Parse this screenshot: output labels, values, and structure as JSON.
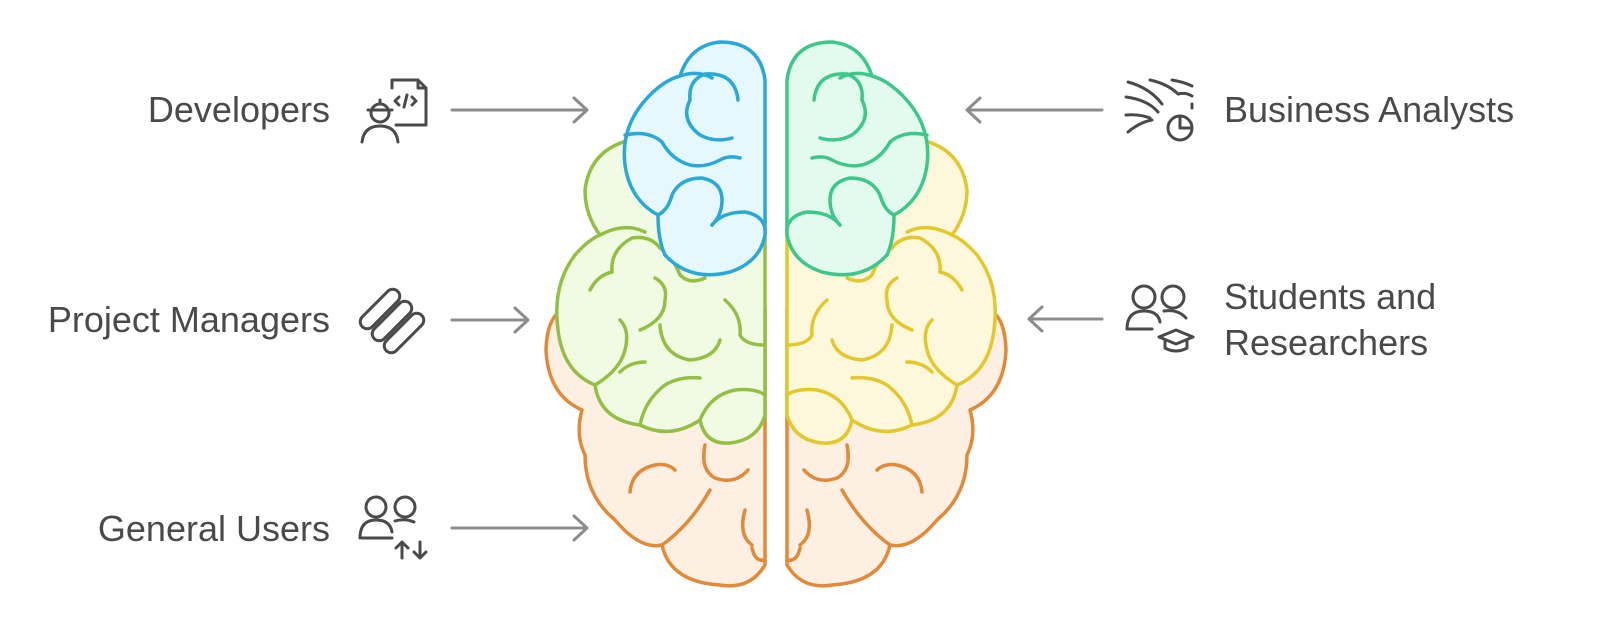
{
  "labels": {
    "developers": "Developers",
    "project_managers": "Project Managers",
    "general_users": "General Users",
    "business_analysts": "Business Analysts",
    "students_line1": "Students and",
    "students_line2": "Researchers"
  },
  "icons": {
    "developers": "developer-with-code-icon",
    "project_managers": "linked-pills-icon",
    "general_users": "users-swap-icon",
    "business_analysts": "wind-chart-icon",
    "students": "users-graduation-icon"
  },
  "colors": {
    "blue_lobe": "#2aa8d6",
    "blue_fill": "#e6f7fd",
    "green_lobe": "#3ec78a",
    "green_fill": "#e3faef",
    "lime_lobe": "#94bf45",
    "lime_fill": "#f1fbe3",
    "yellow_lobe": "#e2c82a",
    "yellow_fill": "#fdf8dc",
    "orange_lobe": "#e08a3a",
    "orange_fill": "#fdefe2"
  }
}
